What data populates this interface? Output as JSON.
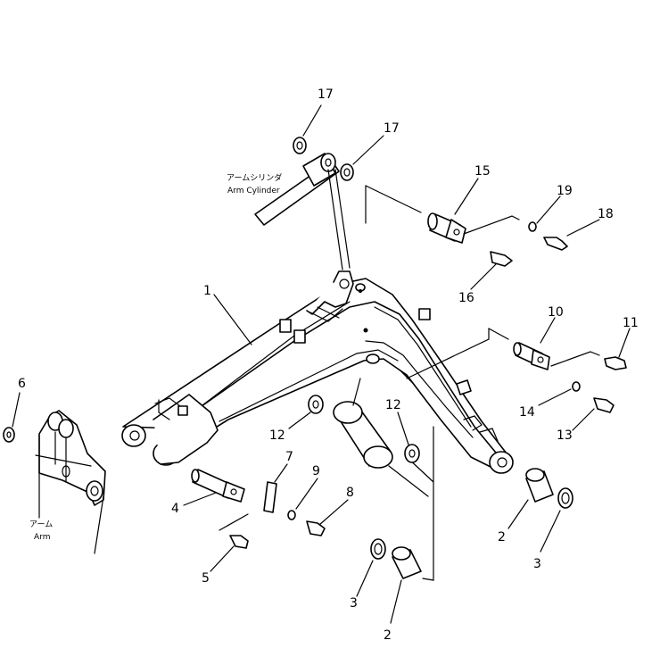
{
  "figure": {
    "notes": {
      "arm_cylinder_jp": "アームシリンダ",
      "arm_cylinder_en": "Arm Cylinder",
      "arm_jp": "アーム",
      "arm_en": "Arm"
    },
    "callouts": [
      "1",
      "2",
      "2",
      "3",
      "3",
      "4",
      "5",
      "6",
      "7",
      "8",
      "9",
      "10",
      "11",
      "12",
      "12",
      "13",
      "14",
      "15",
      "16",
      "17",
      "17",
      "18",
      "19"
    ]
  }
}
